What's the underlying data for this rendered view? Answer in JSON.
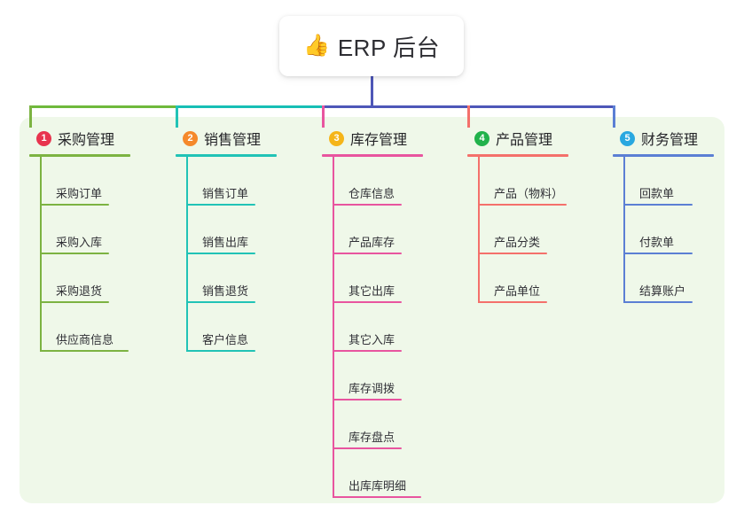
{
  "root": {
    "icon": "thumbs-up-icon",
    "emoji": "👍",
    "title": "ERP 后台"
  },
  "palette": {
    "panel_bg": "#eff8e9",
    "root_stem": "#4e57b8",
    "bus_green": "#6fb93c",
    "bus_teal": "#17bfb5",
    "bus_blue": "#4e57b8",
    "text": "#303036"
  },
  "columns": [
    {
      "index": "1",
      "badge_number": "1",
      "badge_color": "#e8344e",
      "line_color": "#7cb342",
      "title": "采购管理",
      "items": [
        {
          "label": "采购订单"
        },
        {
          "label": "采购入库"
        },
        {
          "label": "采购退货"
        },
        {
          "label": "供应商信息",
          "wide": true
        }
      ]
    },
    {
      "index": "2",
      "badge_number": "2",
      "badge_color": "#f5892b",
      "line_color": "#21c3b6",
      "title": "销售管理",
      "items": [
        {
          "label": "销售订单"
        },
        {
          "label": "销售出库"
        },
        {
          "label": "销售退货"
        },
        {
          "label": "客户信息"
        }
      ]
    },
    {
      "index": "3",
      "badge_number": "3",
      "badge_color": "#f5b51a",
      "line_color": "#e8559f",
      "title": "库存管理",
      "items": [
        {
          "label": "仓库信息"
        },
        {
          "label": "产品库存"
        },
        {
          "label": "其它出库"
        },
        {
          "label": "其它入库"
        },
        {
          "label": "库存调拨"
        },
        {
          "label": "库存盘点"
        },
        {
          "label": "出库库明细",
          "wide": true
        }
      ]
    },
    {
      "index": "4",
      "badge_number": "4",
      "badge_color": "#21b24b",
      "line_color": "#f4706b",
      "title": "产品管理",
      "items": [
        {
          "label": "产品（物料）",
          "wide": true
        },
        {
          "label": "产品分类"
        },
        {
          "label": "产品单位"
        }
      ]
    },
    {
      "index": "5",
      "badge_number": "5",
      "badge_color": "#29a8e0",
      "line_color": "#5b7fd4",
      "title": "财务管理",
      "items": [
        {
          "label": "回款单"
        },
        {
          "label": "付款单"
        },
        {
          "label": "结算账户"
        }
      ]
    }
  ]
}
